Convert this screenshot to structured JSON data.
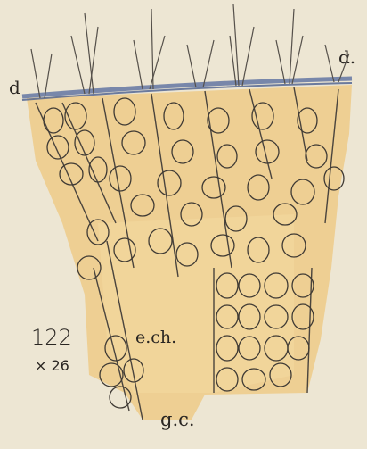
{
  "labels": {
    "d_left": "d",
    "d_right": "d.",
    "figure_number": "122",
    "magnification": "× 26",
    "ech": "e.ch.",
    "gc": "g.c."
  },
  "colors": {
    "paper": "#ede6d3",
    "tissue_wash": "#eec77d",
    "line": "#4a443d",
    "rim_blue": "#5a6fa0"
  }
}
